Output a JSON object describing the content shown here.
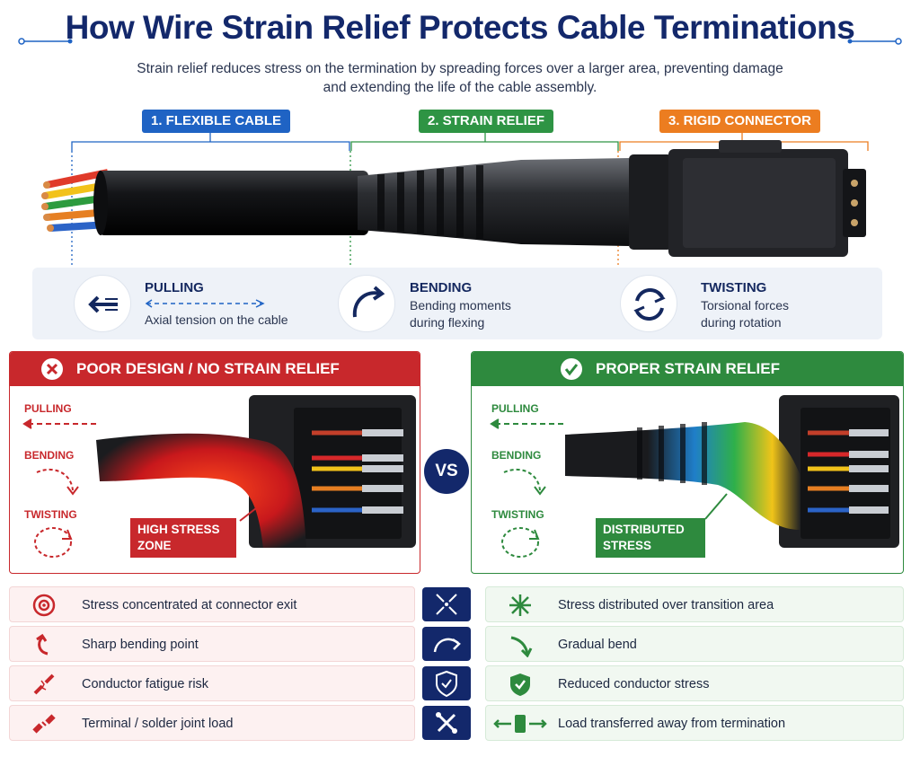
{
  "header": {
    "title": "How Wire Strain Relief Protects Cable Terminations",
    "subtitle": "Strain relief reduces stress on the termination by spreading forces over a larger area, preventing damage and extending the life of the cable assembly."
  },
  "sections": [
    {
      "label": "1. FLEXIBLE CABLE",
      "color": "#1f63c4"
    },
    {
      "label": "2. STRAIN RELIEF",
      "color": "#2e9444"
    },
    {
      "label": "3. RIGID CONNECTOR",
      "color": "#ec7d20"
    }
  ],
  "forces": [
    {
      "title": "PULLING",
      "desc": "Axial tension on the cable",
      "icon": "pulling-arrow-icon"
    },
    {
      "title": "BENDING",
      "desc": "Bending moments during flexing",
      "icon": "bending-arrow-icon"
    },
    {
      "title": "TWISTING",
      "desc": "Torsional forces during rotation",
      "icon": "twisting-arrows-icon"
    }
  ],
  "poor": {
    "heading": "POOR DESIGN / NO STRAIN RELIEF",
    "color": "#c8282c",
    "labels": [
      "PULLING",
      "BENDING",
      "TWISTING"
    ],
    "callout": "HIGH STRESS ZONE"
  },
  "vs": "VS",
  "proper": {
    "heading": "PROPER STRAIN RELIEF",
    "color": "#2e8a3e",
    "labels": [
      "PULLING",
      "BENDING",
      "TWISTING"
    ],
    "callout": "DISTRIBUTED STRESS"
  },
  "comparison": [
    {
      "bad": "Stress concentrated at connector exit",
      "good": "Stress distributed over transition area",
      "bad_icon": "target-icon",
      "mid_icon": "converging-arrows-icon",
      "good_icon": "spreading-arrows-icon"
    },
    {
      "bad": "Sharp bending point",
      "good": "Gradual bend",
      "bad_icon": "sharp-bend-arrow-icon",
      "mid_icon": "curve-arrow-icon",
      "good_icon": "gradual-bend-arrow-icon"
    },
    {
      "bad": "Conductor fatigue risk",
      "good": "Reduced conductor stress",
      "bad_icon": "broken-wire-icon",
      "mid_icon": "shield-check-icon",
      "good_icon": "shield-check-icon"
    },
    {
      "bad": "Terminal / solder joint load",
      "good": "Load transferred away from termination",
      "bad_icon": "broken-terminal-icon",
      "mid_icon": "crossed-tools-icon",
      "good_icon": "load-transfer-icon"
    }
  ]
}
